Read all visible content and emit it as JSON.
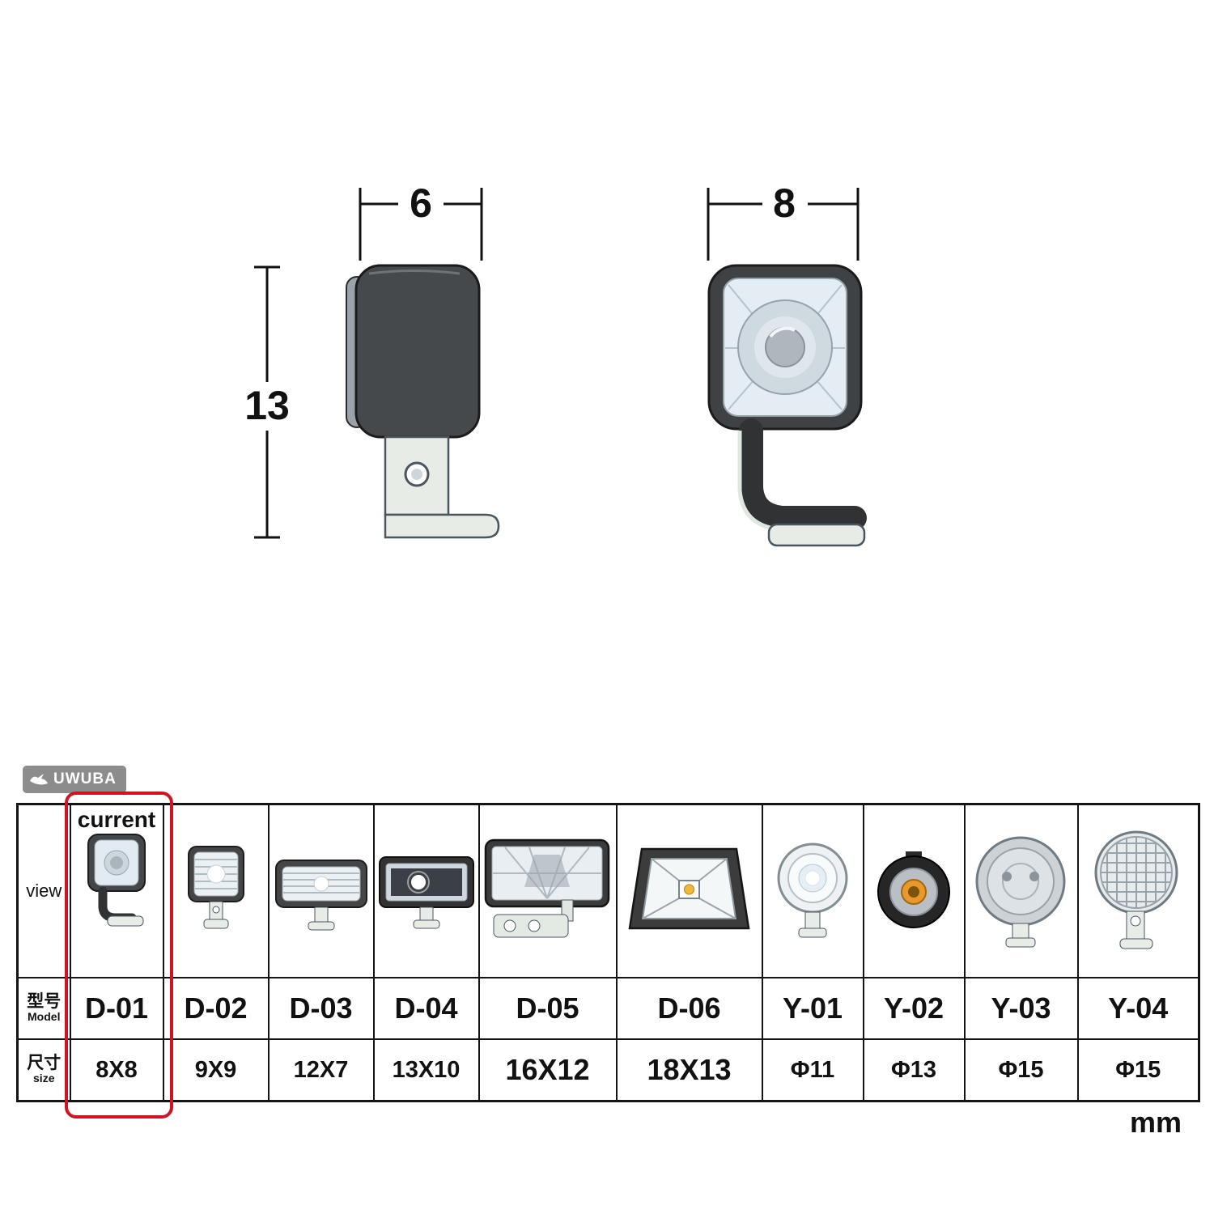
{
  "drawings": {
    "side_view": {
      "width": "6",
      "height": "13"
    },
    "front_view": {
      "width": "8"
    }
  },
  "brand": {
    "name": "UWUBA"
  },
  "table": {
    "current_label": "current",
    "row_headers": {
      "view": "view",
      "model_zh": "型号",
      "model_en": "Model",
      "size_zh": "尺寸",
      "size_en": "size"
    },
    "unit": "mm",
    "columns": [
      {
        "model": "D-01",
        "size": "8X8"
      },
      {
        "model": "D-02",
        "size": "9X9"
      },
      {
        "model": "D-03",
        "size": "12X7"
      },
      {
        "model": "D-04",
        "size": "13X10"
      },
      {
        "model": "D-05",
        "size": "16X12"
      },
      {
        "model": "D-06",
        "size": "18X13"
      },
      {
        "model": "Y-01",
        "size": "Φ11"
      },
      {
        "model": "Y-02",
        "size": "Φ13"
      },
      {
        "model": "Y-03",
        "size": "Φ15"
      },
      {
        "model": "Y-04",
        "size": "Φ15"
      }
    ]
  }
}
